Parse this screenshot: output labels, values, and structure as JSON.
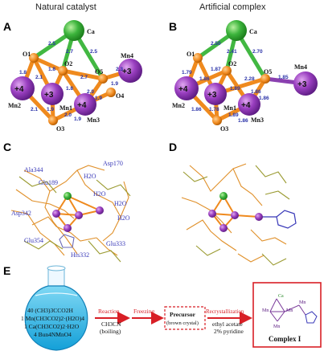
{
  "panels": {
    "A": {
      "letter": "A",
      "title": "Natural catalyst"
    },
    "B": {
      "letter": "B",
      "title": "Artificial complex"
    },
    "C": {
      "letter": "C"
    },
    "D": {
      "letter": "D"
    },
    "E": {
      "letter": "E"
    }
  },
  "atoms": {
    "ca": "Ca",
    "o1": "O1",
    "o2": "O2",
    "o3": "O3",
    "o4": "O4",
    "o5": "O5",
    "mn1": "Mn1",
    "mn2": "Mn2",
    "mn3": "Mn3",
    "mn4": "Mn4"
  },
  "oxidation": {
    "A": {
      "mn2": "+4",
      "mn1": "+3",
      "mn3": "+4",
      "mn4": "+3"
    },
    "B": {
      "mn2": "+4",
      "mn1": "+3",
      "mn3": "+4",
      "mn4": "+3"
    }
  },
  "bonds_A": [
    "2.5",
    "2.7",
    "2.5",
    "2.3",
    "1.9",
    "1.8",
    "2.1",
    "1.8",
    "2.7",
    "1.8",
    "2.0",
    "1.9",
    "2.1",
    "1.9",
    "2.0",
    "1.9"
  ],
  "bonds_B": [
    "2.50",
    "2.41",
    "2.70",
    "1.85",
    "1.79",
    "1.86",
    "1.87",
    "2.28",
    "1.89",
    "1.86",
    "1.86",
    "1.86",
    "1.78",
    "1.89",
    "1.86"
  ],
  "residues": {
    "ala344": "Ala344",
    "glu189": "Glu189",
    "asp170": "Asp170",
    "h2o_1": "H2O",
    "h2o_2": "H2O",
    "h2o_3": "H2O",
    "h2o_4": "H2O",
    "asp342": "Asp342",
    "glu354": "Glu354",
    "his332": "His332",
    "glu333": "Glu333"
  },
  "scheme": {
    "flask_lines": [
      "40 (CH3)3CCO2H",
      "1 Mn(CH3CO2)2·(H2O)4",
      "1 Ca(CH3CO2)2·H2O",
      "4 Bun4NMnO4"
    ],
    "step1_top": "Reaction",
    "step1_bottom_1": "CH3CN",
    "step1_bottom_2": "(boiling)",
    "step2_top": "Freezing",
    "precursor_title": "Precursor",
    "precursor_sub": "(brown crystal)",
    "step3_top": "Recrystallization",
    "step3_bottom_1": "ethyl acetate",
    "step3_bottom_2": "2% pyridine",
    "product": "Complex I",
    "product_atoms": [
      "Ca",
      "Mn",
      "Mn",
      "Mn",
      "Mn"
    ]
  }
}
